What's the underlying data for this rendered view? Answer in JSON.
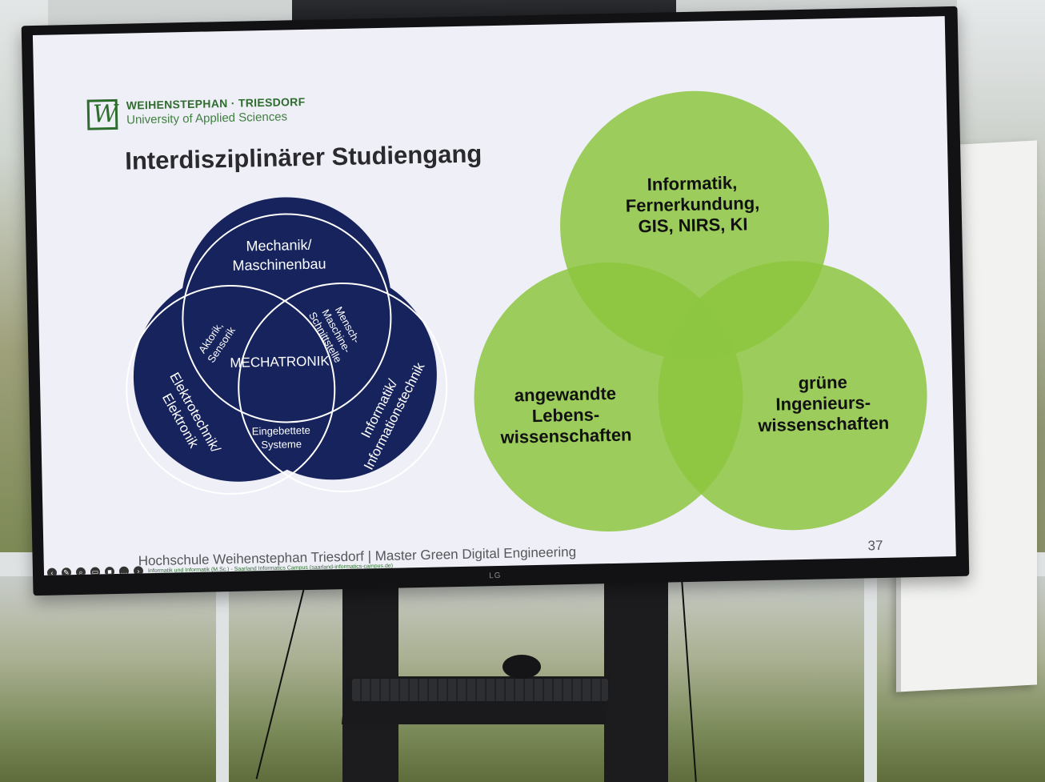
{
  "slide": {
    "logo": {
      "title": "WEIHENSTEPHAN · TRIESDORF",
      "subtitle": "University of Applied Sciences"
    },
    "title": "Interdisziplinärer Studiengang",
    "mechatronics_venn": {
      "center": "MECHATRONIK",
      "top": [
        "Mechanik/",
        "Maschinenbau"
      ],
      "left": [
        "Elektrotechnik/",
        "Elektronik"
      ],
      "right": [
        "Informatik/",
        "Informationstechnik"
      ],
      "top_left": [
        "Aktorik,",
        "Sensorik"
      ],
      "top_right": [
        "Mensch-",
        "Maschine-",
        "Schnittstelle"
      ],
      "bottom": [
        "Eingebettete",
        "Systeme"
      ]
    },
    "green_venn": {
      "top": [
        "Informatik,",
        "Fernerkundung,",
        "GIS, NIRS, KI"
      ],
      "left": [
        "angewandte",
        "Lebens-",
        "wissenschaften"
      ],
      "right": [
        "grüne",
        "Ingenieurs-",
        "wissenschaften"
      ]
    },
    "footer": "Hochschule Weihenstephan Triesdorf  | Master Green Digital Engineering",
    "page_number": "37",
    "toolbar_link": "Informatik und Informatik (M.Sc.) - Saarland Informatics Campus (saarland-informatics-campus.de)"
  },
  "tv_brand": "LG",
  "colors": {
    "navy": "#16235c",
    "green": "#8dc63f",
    "logo_green": "#2f6d2f",
    "slide_bg": "#efeff7"
  }
}
